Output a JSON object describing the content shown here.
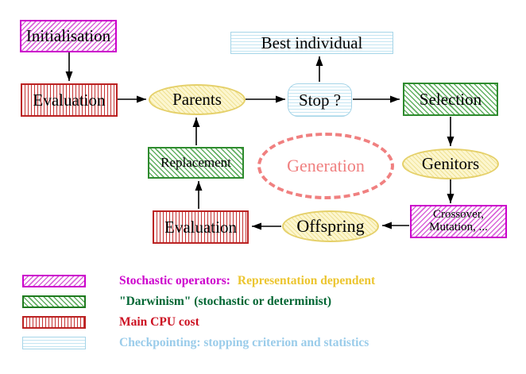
{
  "diagram": {
    "title_hint": "Evolutionary algorithm generation loop",
    "nodes": {
      "initialisation": {
        "label": "Initialisation"
      },
      "evaluation_top": {
        "label": "Evaluation"
      },
      "parents": {
        "label": "Parents"
      },
      "stop": {
        "label": "Stop ?"
      },
      "best_individual": {
        "label": "Best individual"
      },
      "selection": {
        "label": "Selection"
      },
      "genitors": {
        "label": "Genitors"
      },
      "crossover": {
        "line1": "Crossover,",
        "line2": "Mutation, ..."
      },
      "offspring": {
        "label": "Offspring"
      },
      "evaluation_bottom": {
        "label": "Evaluation"
      },
      "replacement": {
        "label": "Replacement"
      },
      "generation": {
        "label": "Generation"
      }
    },
    "edges": [
      {
        "from": "initialisation",
        "to": "evaluation_top"
      },
      {
        "from": "evaluation_top",
        "to": "parents"
      },
      {
        "from": "parents",
        "to": "stop"
      },
      {
        "from": "stop",
        "to": "best_individual"
      },
      {
        "from": "stop",
        "to": "selection"
      },
      {
        "from": "selection",
        "to": "genitors"
      },
      {
        "from": "genitors",
        "to": "crossover"
      },
      {
        "from": "crossover",
        "to": "offspring"
      },
      {
        "from": "offspring",
        "to": "evaluation_bottom"
      },
      {
        "from": "evaluation_bottom",
        "to": "replacement"
      },
      {
        "from": "replacement",
        "to": "parents"
      }
    ],
    "legend": {
      "rows": [
        {
          "part1": "Stochastic operators:",
          "part2": "Representation dependent"
        },
        {
          "part1": "\"Darwinism\" (stochastic or determinist)",
          "part2": ""
        },
        {
          "part1": "Main CPU cost",
          "part2": ""
        },
        {
          "part1": "Checkpointing: stopping criterion and statistics",
          "part2": ""
        }
      ]
    },
    "colors": {
      "magenta_border": "#cc00cc",
      "magenta_hatch": "#d966d9",
      "red_border": "#bb2222",
      "red_stripe": "#c53333",
      "green_border": "#2e8b2e",
      "green_hatch": "#62b062",
      "cyan_border": "#a6d5e8",
      "cyan_stripe": "#c4e5f2",
      "yellow_border": "#e5d069",
      "yellow_fill": "#fcf6cf",
      "coral_generation": "#f08080",
      "legend_magenta_text": "#cc00cc",
      "legend_gold_text": "#ecc52f",
      "legend_green_text": "#006633",
      "legend_red_text": "#cc1122",
      "legend_cyan_text": "#9accea"
    }
  }
}
